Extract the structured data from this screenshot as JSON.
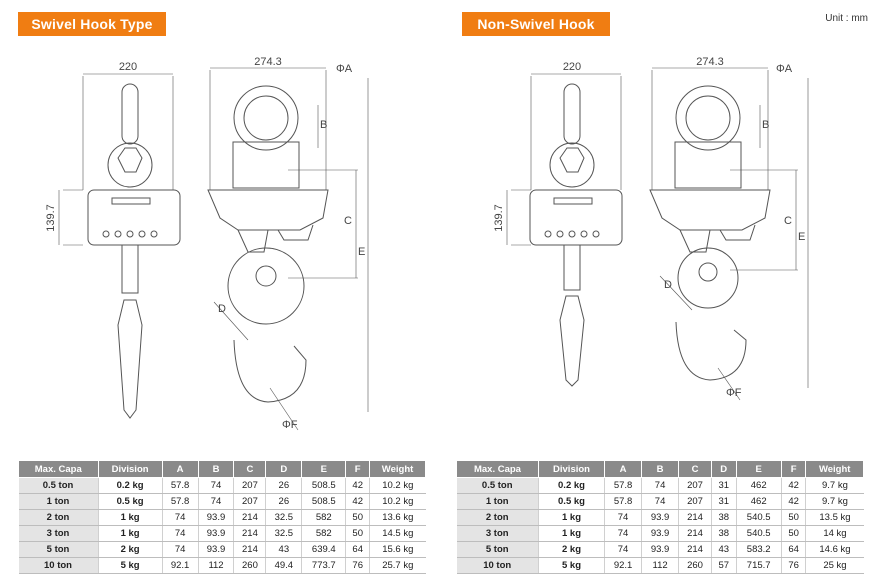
{
  "unit_label": "Unit : mm",
  "panels": [
    {
      "title": "Swivel Hook Type",
      "dims": {
        "w1": "220",
        "w2": "274.3",
        "h1": "139.7",
        "a": "ΦA",
        "b": "B",
        "c": "C",
        "d": "D",
        "e": "E",
        "f": "ΦF"
      },
      "headers": [
        "Max. Capa",
        "Division",
        "A",
        "B",
        "C",
        "D",
        "E",
        "F",
        "Weight"
      ],
      "rows": [
        [
          "0.5 ton",
          "0.2 kg",
          "57.8",
          "74",
          "207",
          "26",
          "508.5",
          "42",
          "10.2 kg"
        ],
        [
          "1 ton",
          "0.5 kg",
          "57.8",
          "74",
          "207",
          "26",
          "508.5",
          "42",
          "10.2 kg"
        ],
        [
          "2 ton",
          "1 kg",
          "74",
          "93.9",
          "214",
          "32.5",
          "582",
          "50",
          "13.6 kg"
        ],
        [
          "3 ton",
          "1 kg",
          "74",
          "93.9",
          "214",
          "32.5",
          "582",
          "50",
          "14.5 kg"
        ],
        [
          "5 ton",
          "2 kg",
          "74",
          "93.9",
          "214",
          "43",
          "639.4",
          "64",
          "15.6 kg"
        ],
        [
          "10 ton",
          "5 kg",
          "92.1",
          "112",
          "260",
          "49.4",
          "773.7",
          "76",
          "25.7 kg"
        ]
      ]
    },
    {
      "title": "Non-Swivel Hook Type",
      "dims": {
        "w1": "220",
        "w2": "274.3",
        "h1": "139.7",
        "a": "ΦA",
        "b": "B",
        "c": "C",
        "d": "D",
        "e": "E",
        "f": "ΦF"
      },
      "headers": [
        "Max. Capa",
        "Division",
        "A",
        "B",
        "C",
        "D",
        "E",
        "F",
        "Weight"
      ],
      "rows": [
        [
          "0.5 ton",
          "0.2 kg",
          "57.8",
          "74",
          "207",
          "31",
          "462",
          "42",
          "9.7 kg"
        ],
        [
          "1 ton",
          "0.5 kg",
          "57.8",
          "74",
          "207",
          "31",
          "462",
          "42",
          "9.7 kg"
        ],
        [
          "2 ton",
          "1 kg",
          "74",
          "93.9",
          "214",
          "38",
          "540.5",
          "50",
          "13.5 kg"
        ],
        [
          "3 ton",
          "1 kg",
          "74",
          "93.9",
          "214",
          "38",
          "540.5",
          "50",
          "14 kg"
        ],
        [
          "5 ton",
          "2 kg",
          "74",
          "93.9",
          "214",
          "43",
          "583.2",
          "64",
          "14.6 kg"
        ],
        [
          "10 ton",
          "5 kg",
          "92.1",
          "112",
          "260",
          "57",
          "715.7",
          "76",
          "25 kg"
        ]
      ]
    }
  ]
}
